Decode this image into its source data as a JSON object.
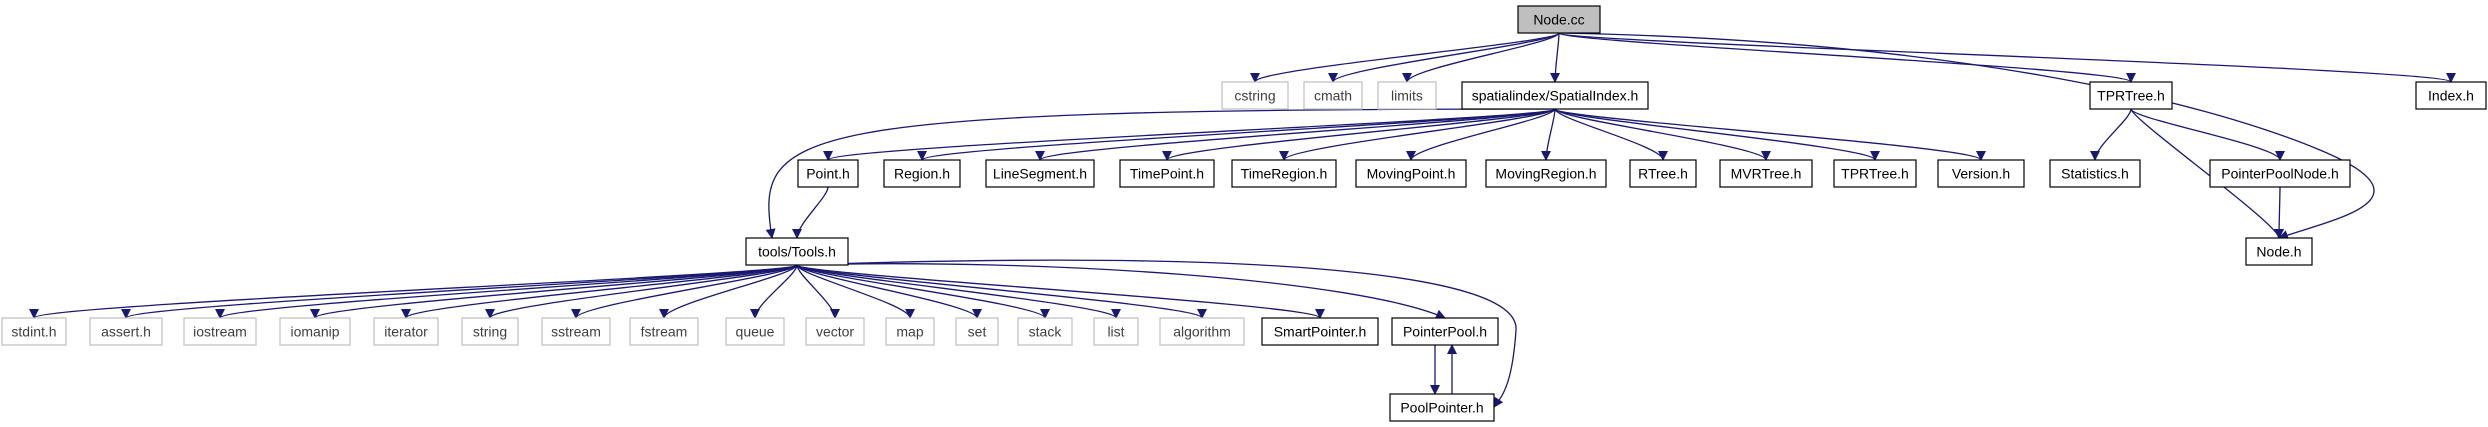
{
  "colors": {
    "edge": "#191970",
    "border_included": "#000000",
    "border_system": "#bfbfbf",
    "fill_root": "#bfbfbf",
    "fill_default": "#ffffff",
    "text_system": "#404040",
    "text_default": "#000000"
  },
  "graph": {
    "nodes": [
      {
        "id": "node_cc",
        "label": "Node.cc",
        "kind": "root"
      },
      {
        "id": "cstring",
        "label": "cstring",
        "kind": "system"
      },
      {
        "id": "cmath",
        "label": "cmath",
        "kind": "system"
      },
      {
        "id": "limits",
        "label": "limits",
        "kind": "system"
      },
      {
        "id": "spatialindex",
        "label": "spatialindex/SpatialIndex.h",
        "kind": "include"
      },
      {
        "id": "tprtree_top",
        "label": "TPRTree.h",
        "kind": "include"
      },
      {
        "id": "index_h",
        "label": "Index.h",
        "kind": "include"
      },
      {
        "id": "point_h",
        "label": "Point.h",
        "kind": "include"
      },
      {
        "id": "region_h",
        "label": "Region.h",
        "kind": "include"
      },
      {
        "id": "linesegment_h",
        "label": "LineSegment.h",
        "kind": "include"
      },
      {
        "id": "timepoint_h",
        "label": "TimePoint.h",
        "kind": "include"
      },
      {
        "id": "timeregion_h",
        "label": "TimeRegion.h",
        "kind": "include"
      },
      {
        "id": "movingpoint_h",
        "label": "MovingPoint.h",
        "kind": "include"
      },
      {
        "id": "movingregion_h",
        "label": "MovingRegion.h",
        "kind": "include"
      },
      {
        "id": "rtree_h",
        "label": "RTree.h",
        "kind": "include"
      },
      {
        "id": "mvrtree_h",
        "label": "MVRTree.h",
        "kind": "include"
      },
      {
        "id": "tprtree_mid",
        "label": "TPRTree.h",
        "kind": "include"
      },
      {
        "id": "version_h",
        "label": "Version.h",
        "kind": "include"
      },
      {
        "id": "statistics_h",
        "label": "Statistics.h",
        "kind": "include"
      },
      {
        "id": "pointerpoolnode_h",
        "label": "PointerPoolNode.h",
        "kind": "include"
      },
      {
        "id": "node_h",
        "label": "Node.h",
        "kind": "include"
      },
      {
        "id": "tools_h",
        "label": "tools/Tools.h",
        "kind": "include"
      },
      {
        "id": "stdint_h",
        "label": "stdint.h",
        "kind": "system"
      },
      {
        "id": "assert_h",
        "label": "assert.h",
        "kind": "system"
      },
      {
        "id": "iostream",
        "label": "iostream",
        "kind": "system"
      },
      {
        "id": "iomanip",
        "label": "iomanip",
        "kind": "system"
      },
      {
        "id": "iterator",
        "label": "iterator",
        "kind": "system"
      },
      {
        "id": "string",
        "label": "string",
        "kind": "system"
      },
      {
        "id": "sstream",
        "label": "sstream",
        "kind": "system"
      },
      {
        "id": "fstream",
        "label": "fstream",
        "kind": "system"
      },
      {
        "id": "queue",
        "label": "queue",
        "kind": "system"
      },
      {
        "id": "vector",
        "label": "vector",
        "kind": "system"
      },
      {
        "id": "map",
        "label": "map",
        "kind": "system"
      },
      {
        "id": "set",
        "label": "set",
        "kind": "system"
      },
      {
        "id": "stack",
        "label": "stack",
        "kind": "system"
      },
      {
        "id": "list",
        "label": "list",
        "kind": "system"
      },
      {
        "id": "algorithm",
        "label": "algorithm",
        "kind": "system"
      },
      {
        "id": "smartpointer_h",
        "label": "SmartPointer.h",
        "kind": "include"
      },
      {
        "id": "pointerpool_h",
        "label": "PointerPool.h",
        "kind": "include"
      },
      {
        "id": "poolpointer_h",
        "label": "PoolPointer.h",
        "kind": "include"
      }
    ],
    "edges": [
      {
        "from": "node_cc",
        "to": "cstring"
      },
      {
        "from": "node_cc",
        "to": "cmath"
      },
      {
        "from": "node_cc",
        "to": "limits"
      },
      {
        "from": "node_cc",
        "to": "spatialindex"
      },
      {
        "from": "node_cc",
        "to": "tprtree_top"
      },
      {
        "from": "node_cc",
        "to": "node_h"
      },
      {
        "from": "node_cc",
        "to": "index_h"
      },
      {
        "from": "spatialindex",
        "to": "tools_h"
      },
      {
        "from": "spatialindex",
        "to": "point_h"
      },
      {
        "from": "spatialindex",
        "to": "region_h"
      },
      {
        "from": "spatialindex",
        "to": "linesegment_h"
      },
      {
        "from": "spatialindex",
        "to": "timepoint_h"
      },
      {
        "from": "spatialindex",
        "to": "timeregion_h"
      },
      {
        "from": "spatialindex",
        "to": "movingpoint_h"
      },
      {
        "from": "spatialindex",
        "to": "movingregion_h"
      },
      {
        "from": "spatialindex",
        "to": "rtree_h"
      },
      {
        "from": "spatialindex",
        "to": "mvrtree_h"
      },
      {
        "from": "spatialindex",
        "to": "tprtree_mid"
      },
      {
        "from": "spatialindex",
        "to": "version_h"
      },
      {
        "from": "point_h",
        "to": "tools_h"
      },
      {
        "from": "tprtree_top",
        "to": "statistics_h"
      },
      {
        "from": "tprtree_top",
        "to": "pointerpoolnode_h"
      },
      {
        "from": "tprtree_top",
        "to": "node_h"
      },
      {
        "from": "pointerpoolnode_h",
        "to": "node_h"
      },
      {
        "from": "tools_h",
        "to": "stdint_h"
      },
      {
        "from": "tools_h",
        "to": "assert_h"
      },
      {
        "from": "tools_h",
        "to": "iostream"
      },
      {
        "from": "tools_h",
        "to": "iomanip"
      },
      {
        "from": "tools_h",
        "to": "iterator"
      },
      {
        "from": "tools_h",
        "to": "string"
      },
      {
        "from": "tools_h",
        "to": "sstream"
      },
      {
        "from": "tools_h",
        "to": "fstream"
      },
      {
        "from": "tools_h",
        "to": "queue"
      },
      {
        "from": "tools_h",
        "to": "vector"
      },
      {
        "from": "tools_h",
        "to": "map"
      },
      {
        "from": "tools_h",
        "to": "set"
      },
      {
        "from": "tools_h",
        "to": "stack"
      },
      {
        "from": "tools_h",
        "to": "list"
      },
      {
        "from": "tools_h",
        "to": "algorithm"
      },
      {
        "from": "tools_h",
        "to": "smartpointer_h"
      },
      {
        "from": "tools_h",
        "to": "pointerpool_h"
      },
      {
        "from": "tools_h",
        "to": "poolpointer_h"
      },
      {
        "from": "pointerpool_h",
        "to": "poolpointer_h"
      },
      {
        "from": "poolpointer_h",
        "to": "pointerpool_h"
      }
    ]
  }
}
